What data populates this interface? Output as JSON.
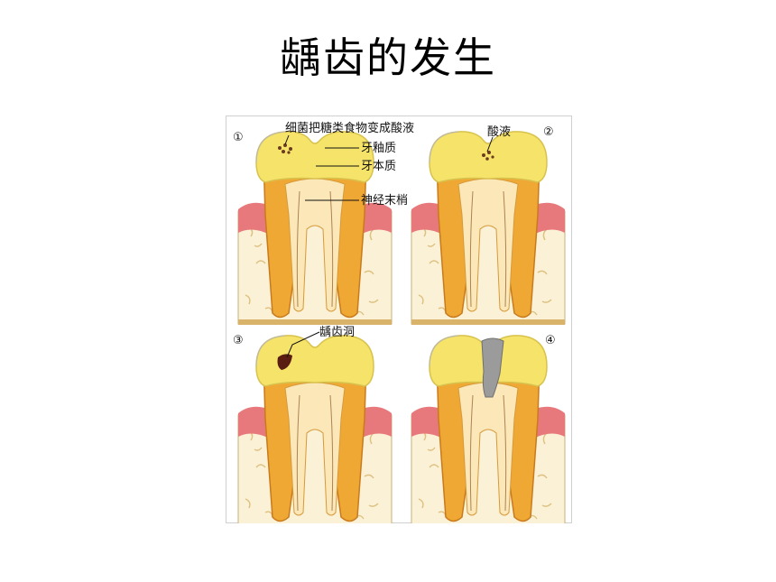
{
  "slide": {
    "title": "龋齿的发生"
  },
  "figure": {
    "panels": [
      {
        "number": "①",
        "labels": [
          "细菌把糖类食物变成酸液",
          "牙釉质",
          "牙本质",
          "神经末梢"
        ]
      },
      {
        "number": "②",
        "labels": [
          "酸液"
        ]
      },
      {
        "number": "③",
        "labels": [
          "龋齿洞"
        ]
      },
      {
        "number": "④",
        "labels": []
      }
    ]
  },
  "colors": {
    "enamel": "#f5e36a",
    "dentin": "#f0a834",
    "pulp": "#fbe7b8",
    "gum": "#e7797c",
    "bone": "#fbf1d6",
    "cavity": "#5a1d12",
    "decay": "#9b9b9b"
  }
}
